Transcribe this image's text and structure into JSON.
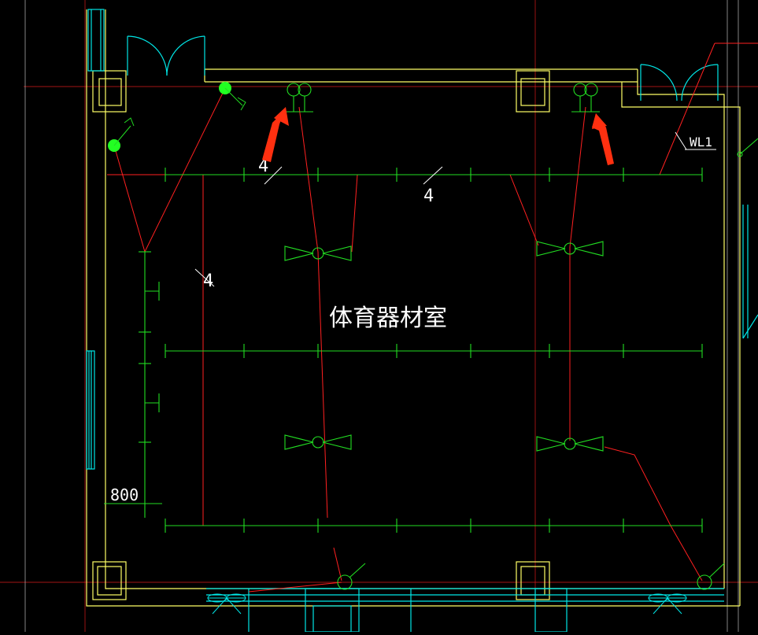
{
  "drawing": {
    "room_label": "体育器材室",
    "dimension_label": "800",
    "circuit_label": "WL1",
    "wire_count_labels": [
      "4",
      "4",
      "4"
    ]
  },
  "colors": {
    "background": "#000000",
    "wall": "#ffff66",
    "wire": "#ff2020",
    "grid": "#22dd22",
    "cyan": "#00e6e6",
    "text": "#ffffff",
    "arrow": "#ff3010",
    "green_dot": "#22ff22"
  }
}
